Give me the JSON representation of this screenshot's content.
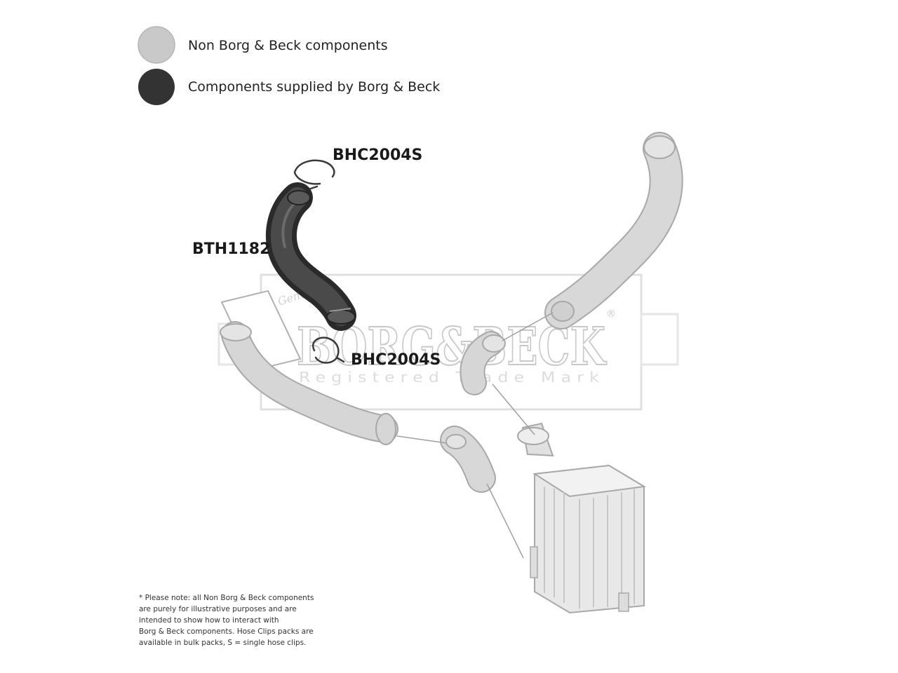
{
  "legend": {
    "items": [
      {
        "label": "Non Borg & Beck components",
        "color": "#c9c9c9"
      },
      {
        "label": "Components supplied by Borg & Beck",
        "color": "#333333"
      }
    ]
  },
  "parts": {
    "clip_top": "BHC2004S",
    "hose": "BTH1182",
    "clip_bottom": "BHC2004S"
  },
  "watermark": {
    "brand": "BORG&BECK",
    "registered": "®",
    "subtitle": "Registered Trade Mark",
    "script": "Genuine"
  },
  "note": {
    "lines": [
      "* Please note: all Non Borg & Beck components",
      "are purely for illustrative purposes and are",
      "intended to show how to interact with",
      "Borg & Beck components. Hose Clips packs are",
      "available in bulk packs, S = single hose clips."
    ]
  },
  "colors": {
    "non_component": "#c9c9c9",
    "component": "#333333",
    "outline": "#a8a8a8",
    "watermark": "#c8c8c8"
  }
}
